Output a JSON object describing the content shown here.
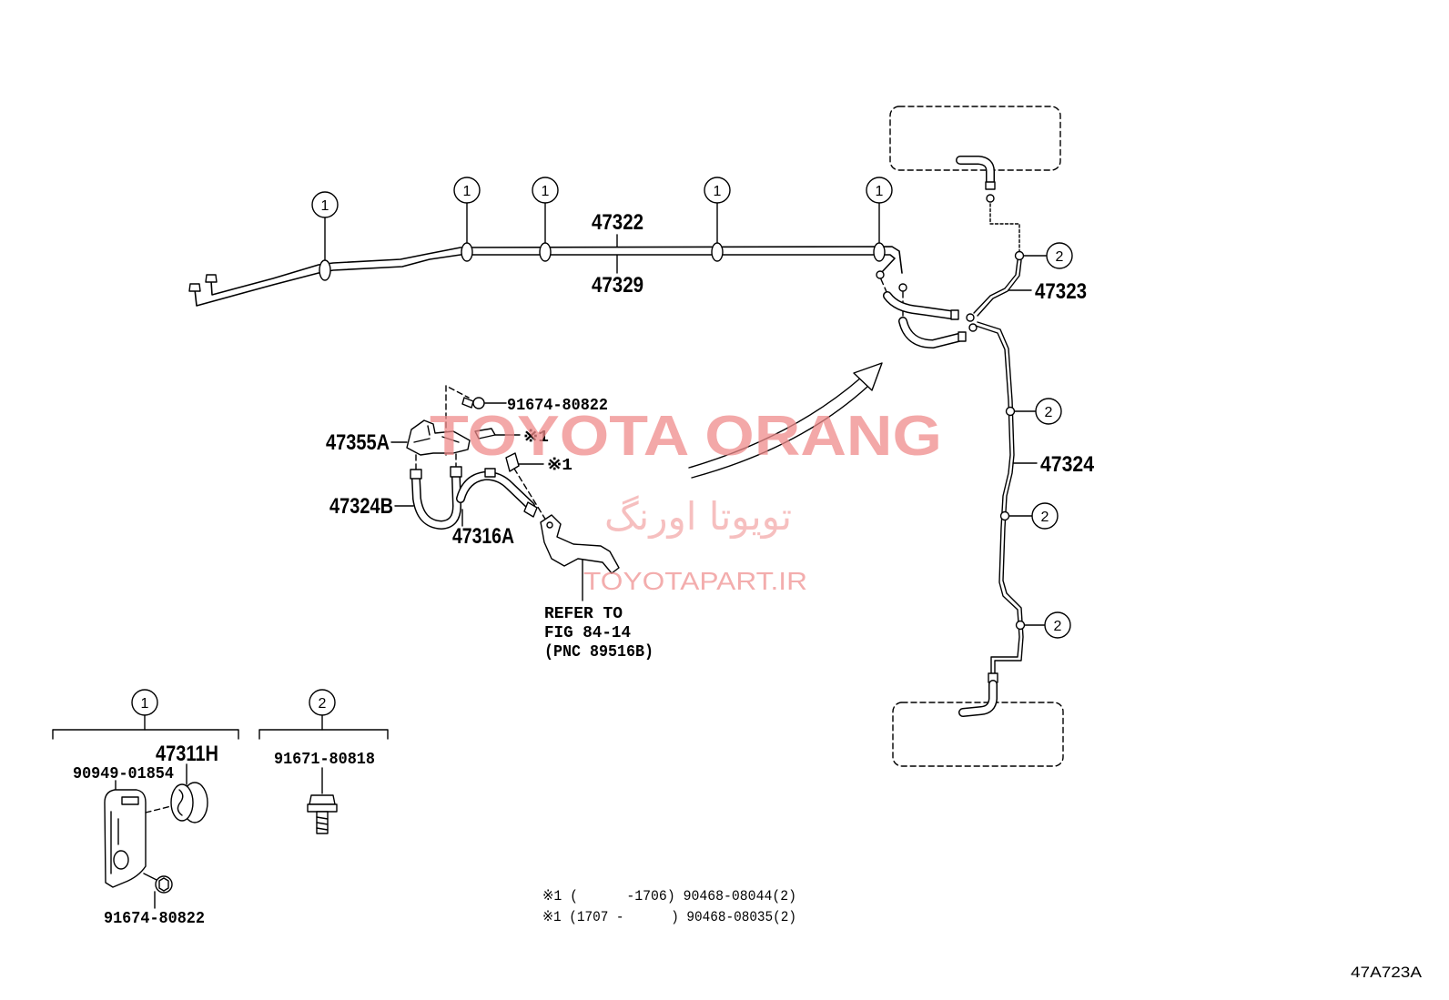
{
  "callout_labels": {
    "clamp": "1",
    "clip": "2"
  },
  "main_lines": {
    "front_line_upper": "47322",
    "front_line_lower": "47329",
    "rear_line_upper": "47323",
    "rear_line_lower": "47324"
  },
  "hose_assembly": {
    "bracket": "47355A",
    "hose_b": "47324B",
    "hose_a": "47316A",
    "bolt": "91674-80822",
    "clip_note_1": "※1",
    "clip_note_2": "※1",
    "refer_line_1": "REFER TO",
    "refer_line_2": "FIG 84-14",
    "refer_line_3": "(PNC 89516B)"
  },
  "legend": {
    "clamp_set": {
      "grommet": "47311H",
      "clamp": "90949-01854",
      "bolt": "91674-80822"
    },
    "clip_set": {
      "bolt": "91671-80818"
    }
  },
  "footnotes": [
    "※1 (      -1706) 90468-08044(2)",
    "※1 (1707 -      ) 90468-08035(2)"
  ],
  "figure_code": "47A723A",
  "watermark": {
    "brand": "TOYOTA ORANG",
    "brand_fa": "تویوتا اورنگ",
    "site": "TOYOTAPART.IR"
  },
  "colors": {
    "line": "#000000",
    "watermark": "#ef8b8b"
  }
}
